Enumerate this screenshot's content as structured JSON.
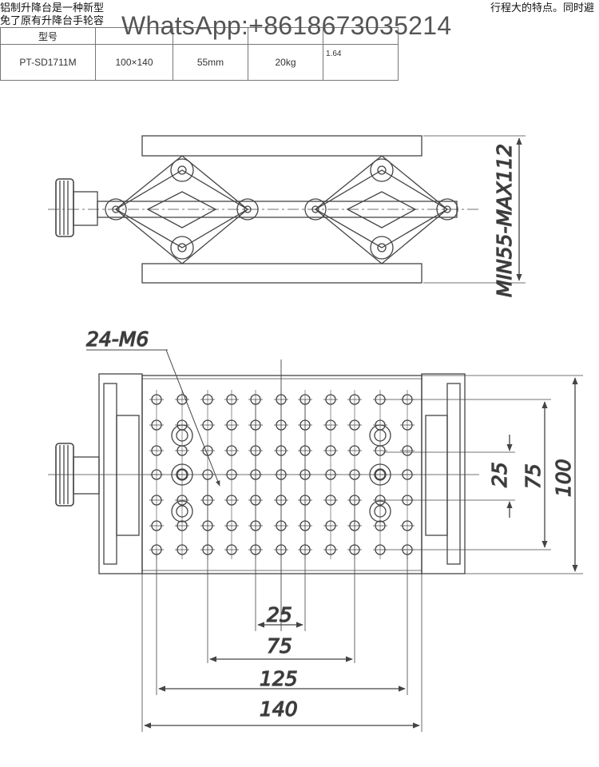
{
  "intro": {
    "line1": "铝制升降台是一种新型",
    "line2": "免了原有升降台手轮容",
    "line1_right": "行程大的特点。同时避"
  },
  "watermark": "WhatsApp:+8618673035214",
  "spec_table": {
    "header_first": "型号",
    "row": [
      "PT-SD1711M",
      "100×140",
      "55mm",
      "20kg",
      "1.64"
    ]
  },
  "drawing": {
    "hole_label": "24-M6",
    "height_label": "MIN55-MAX112",
    "dim_vertical": [
      "25",
      "75",
      "100"
    ],
    "dim_horizontal": [
      "25",
      "75",
      "125",
      "140"
    ]
  }
}
